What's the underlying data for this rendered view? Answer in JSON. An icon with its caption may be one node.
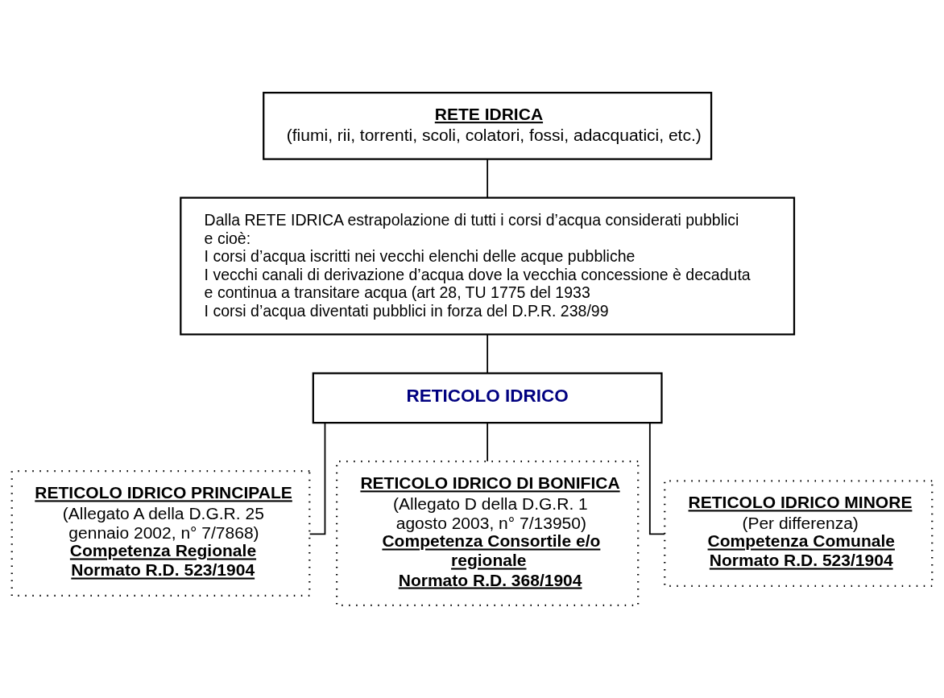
{
  "diagram": {
    "nodes": [
      {
        "text": [
          "RETE IDRICA",
          "(fiumi, rii, torrenti, scoli, colatori, fossi, adacquatici, etc.)"
        ]
      },
      {
        "text": [
          "Dalla RETE IDRICA estrapolazione di tutti i corsi d’acqua considerati pubblici e cioè:",
          "I corsi d’acqua iscritti nei vecchi elenchi delle acque pubbliche",
          "I vecchi canali di derivazione d’acqua dove la vecchia concessione è decaduta e continua a transitare acqua (art 28, TU 1775 del 1933",
          "I corsi d’acqua diventati pubblici in forza del D.P.R. 238/99"
        ]
      },
      {
        "text": [
          "RETICOLO IDRICO"
        ]
      },
      {
        "text": [
          "RETICOLO IDRICO PRINCIPALE",
          "(Allegato A della D.G.R. 25 gennaio 2002, n° 7/7868)",
          "Competenza Regionale",
          "Normato R.D. 523/1904"
        ]
      },
      {
        "text": [
          "RETICOLO IDRICO DI BONIFICA",
          "(Allegato D della D.G.R. 1 agosto 2003, n° 7/13950)",
          "Competenza Consortile e/o regionale",
          "Normato R.D. 368/1904"
        ]
      },
      {
        "text": [
          "RETICOLO IDRICO MINORE",
          "(Per differenza)",
          "Competenza Comunale",
          "Normato R.D. 523/1904"
        ]
      }
    ],
    "edges": [
      {
        "from": 0,
        "to": 1,
        "arrow": "none"
      },
      {
        "from": 1,
        "to": 2,
        "arrow": "none"
      },
      {
        "from": 2,
        "to": 3,
        "arrow": "none"
      },
      {
        "from": 2,
        "to": 4,
        "arrow": "none"
      },
      {
        "from": 2,
        "to": 5,
        "arrow": "none"
      }
    ]
  }
}
